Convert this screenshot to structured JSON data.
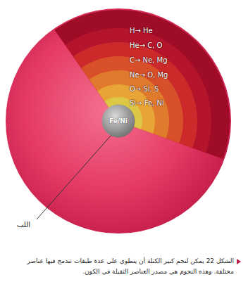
{
  "diagram": {
    "caption": "الشكل 22 يمكن لنجم كبير الكتلة أن ينطوي على عدة طبقات تندمج فيها عناصر مختلفة. وهذه النجوم هي مصدر العناصر الثقيلة في الكون.",
    "nodes": [
      {
        "text": [
          "Fe/Ni"
        ]
      }
    ],
    "labels": [
      "H→ He",
      "He→ C, O",
      "C→ Ne, Mg",
      "Ne→ O, Mg",
      "O→ Si, S",
      "Si→ Fe, Ni",
      "اللب"
    ]
  }
}
